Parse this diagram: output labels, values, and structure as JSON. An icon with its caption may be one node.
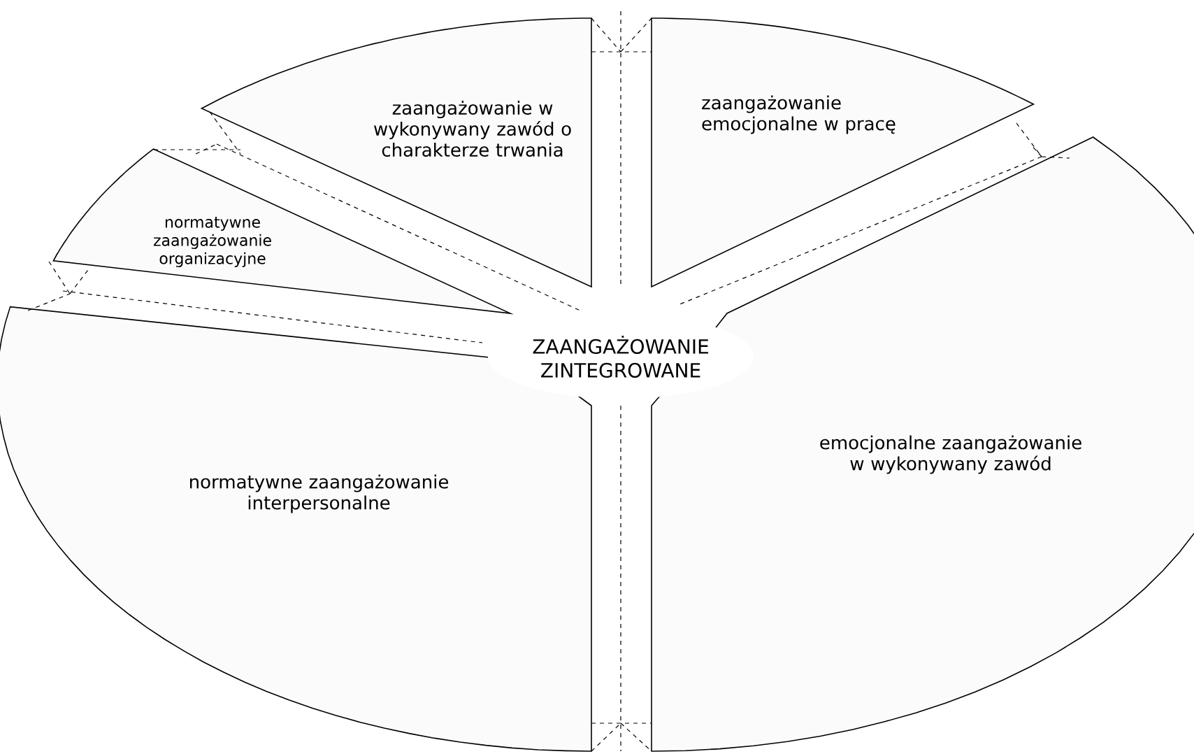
{
  "diagram": {
    "nodes": [
      {
        "text": [
          "zaangażowanie w wykonywany zawód o charakterze trwania"
        ]
      },
      {
        "text": [
          "zaangażowanie emocjonalne w pracę"
        ]
      },
      {
        "text": [
          "normatywne zaangażowanie organizacyjne"
        ]
      },
      {
        "text": [
          "emocjonalne zaangażowanie w wykonywany zawód"
        ]
      },
      {
        "text": [
          "normatywne zaangażowanie interpersonalne"
        ]
      }
    ],
    "labels": [
      "ZAANGAŻOWANIE ZINTEGROWANE"
    ]
  }
}
